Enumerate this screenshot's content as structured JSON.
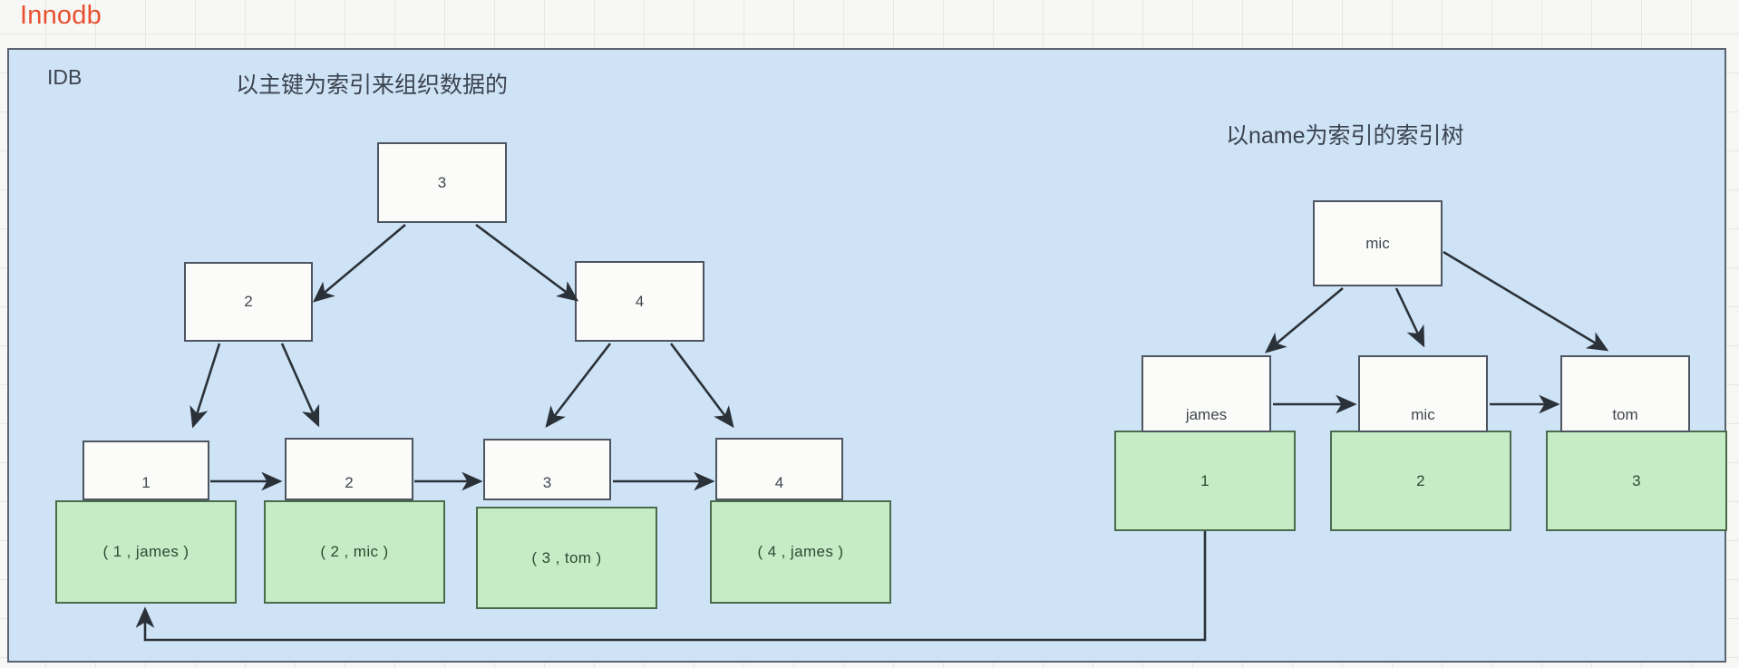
{
  "page": {
    "title": "Innodb",
    "title_color": "#e8502f",
    "panel_label": "IDB",
    "panel_bg": "#cfe3f7",
    "node_bg": "#fbfbf9",
    "data_bg": "#c5ecc4"
  },
  "primary_tree": {
    "title": "以主键为索引来组织数据的",
    "root": {
      "label": "3"
    },
    "internal": [
      {
        "label": "2"
      },
      {
        "label": "4"
      }
    ],
    "leaves": [
      {
        "key": "1",
        "record": "( 1 , james )"
      },
      {
        "key": "2",
        "record": "( 2 , mic )"
      },
      {
        "key": "3",
        "record": "( 3 , tom )"
      },
      {
        "key": "4",
        "record": "( 4 , james )"
      }
    ]
  },
  "secondary_tree": {
    "title": "以name为索引的索引树",
    "root": {
      "label": "mic"
    },
    "leaves": [
      {
        "name": "james",
        "pk": "1"
      },
      {
        "name": "mic",
        "pk": "2"
      },
      {
        "name": "tom",
        "pk": "3"
      }
    ]
  }
}
